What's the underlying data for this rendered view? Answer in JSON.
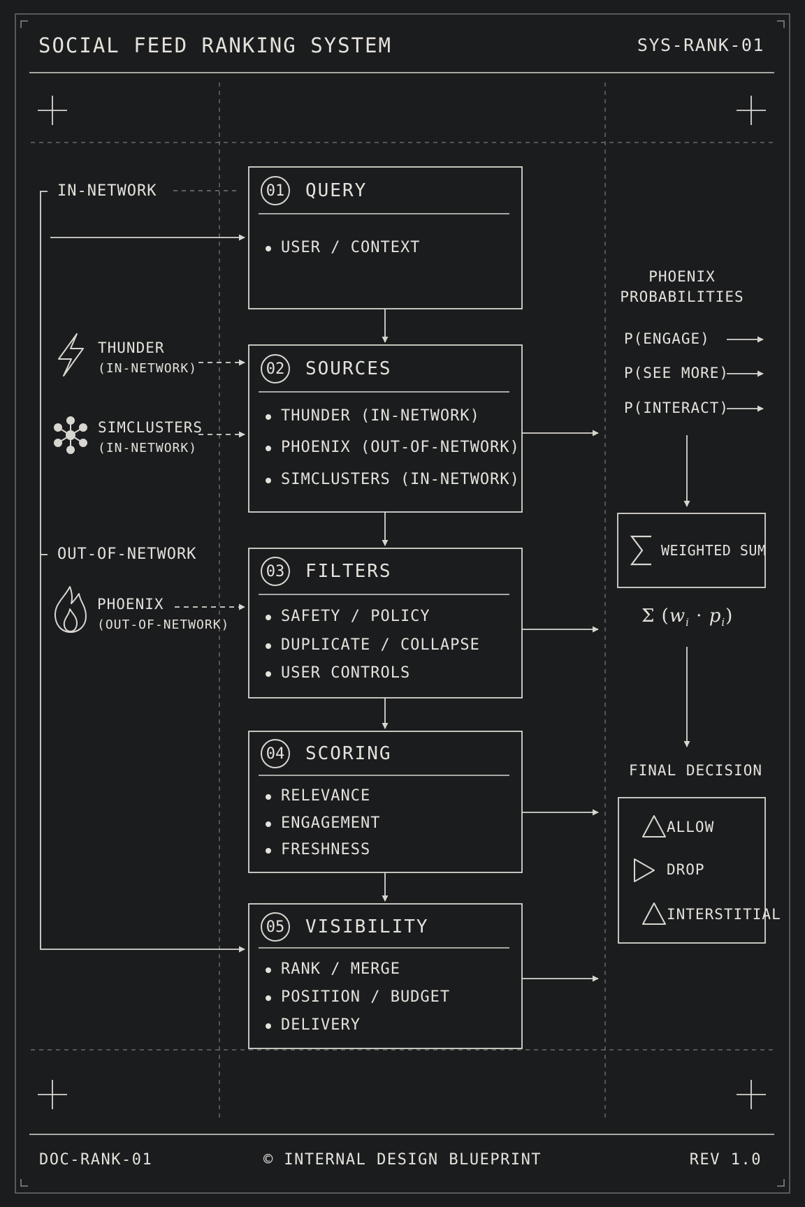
{
  "header": {
    "title": "SOCIAL FEED RANKING SYSTEM",
    "doc_id": "SYS-RANK-01"
  },
  "footer": {
    "left": "DOC-RANK-01",
    "center": "© INTERNAL DESIGN BLUEPRINT",
    "right": "REV 1.0"
  },
  "left_panel": {
    "in_network_label": "IN-NETWORK",
    "out_network_label": "OUT-OF-NETWORK",
    "sources": [
      {
        "name": "THUNDER",
        "scope": "(IN-NETWORK)",
        "icon": "lightning-icon"
      },
      {
        "name": "SIMCLUSTERS",
        "scope": "(IN-NETWORK)",
        "icon": "network-cluster-icon"
      },
      {
        "name": "PHOENIX",
        "scope": "(OUT-OF-NETWORK)",
        "icon": "flame-icon"
      }
    ]
  },
  "stages": [
    {
      "number": "01",
      "title": "QUERY",
      "items": [
        "USER / CONTEXT"
      ]
    },
    {
      "number": "02",
      "title": "SOURCES",
      "items": [
        "THUNDER (IN-NETWORK)",
        "PHOENIX (OUT-OF-NETWORK)",
        "SIMCLUSTERS (IN-NETWORK)"
      ]
    },
    {
      "number": "03",
      "title": "FILTERS",
      "items": [
        "SAFETY / POLICY",
        "DUPLICATE / COLLAPSE",
        "USER CONTROLS"
      ]
    },
    {
      "number": "04",
      "title": "SCORING",
      "items": [
        "RELEVANCE",
        "ENGAGEMENT",
        "FRESHNESS"
      ]
    },
    {
      "number": "05",
      "title": "VISIBILITY",
      "items": [
        "RANK / MERGE",
        "POSITION / BUDGET",
        "DELIVERY"
      ]
    }
  ],
  "right_panel": {
    "probabilities_title_line1": "PHOENIX",
    "probabilities_title_line2": "PROBABILITIES",
    "probabilities": [
      "P(ENGAGE)",
      "P(SEE MORE)",
      "P(INTERACT)"
    ],
    "weighted_sum_label": "WEIGHTED SUM",
    "formula": {
      "sigma": "Σ",
      "open": "(",
      "w": "w",
      "w_sub": "i",
      "dot": "·",
      "p": "p",
      "p_sub": "i",
      "close": ")"
    },
    "final_decision_title": "FINAL DECISION",
    "decisions": [
      {
        "label": "ALLOW",
        "icon": "triangle-up-icon"
      },
      {
        "label": "DROP",
        "icon": "triangle-right-icon"
      },
      {
        "label": "INTERSTITIAL",
        "icon": "triangle-up-icon"
      }
    ]
  },
  "colors": {
    "background": "#1b1c1e",
    "line": "#d8d6d0",
    "text": "#e4e2dc",
    "guide": "#8a8a88"
  }
}
